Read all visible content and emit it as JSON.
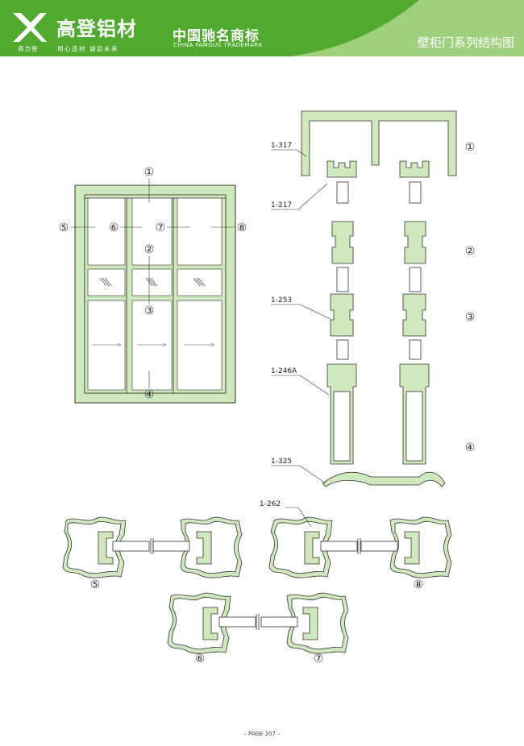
{
  "header": {
    "brand_name": "高登铝材",
    "brand_sub": "高力登",
    "brand_slogan": "用心造材  诚启未来",
    "trademark_cn": "中国驰名商标",
    "trademark_en": "CHINA FAMOUS TRADEMARK",
    "page_title": "壁柜门系列结构图"
  },
  "labels": {
    "n1": "①",
    "n2": "②",
    "n3": "③",
    "n4": "④",
    "n5": "⑤",
    "n6": "⑥",
    "n7": "⑦",
    "n8": "⑧"
  },
  "parts": {
    "p317": "1-317",
    "p217": "1-217",
    "p253": "1-253",
    "p246": "1-246A",
    "p325": "1-325",
    "p262": "1-262"
  },
  "footer": {
    "page": "– PAGE 207 –"
  },
  "colors": {
    "brand_green": "#5cb338",
    "profile_fill": "#cfe8bd",
    "profile_stroke": "#2f3a2a"
  }
}
